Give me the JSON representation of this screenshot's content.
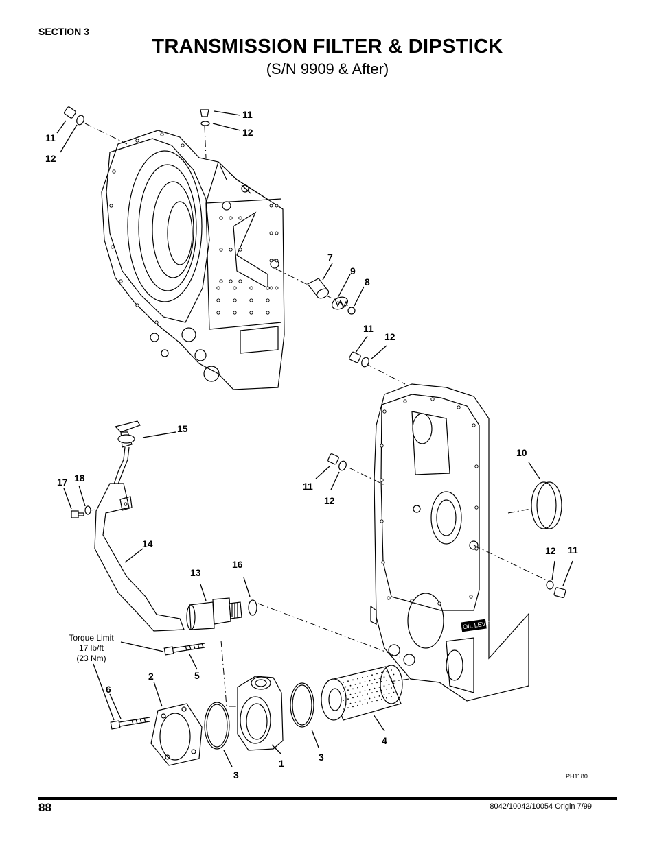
{
  "header": {
    "section": "SECTION 3",
    "title": "TRANSMISSION FILTER & DIPSTICK",
    "subtitle": "(S/N 9909 & After)"
  },
  "callouts": [
    {
      "id": "c-11a",
      "text": "11"
    },
    {
      "id": "c-12a",
      "text": "12"
    },
    {
      "id": "c-11b",
      "text": "11"
    },
    {
      "id": "c-12b",
      "text": "12"
    },
    {
      "id": "c-7",
      "text": "7"
    },
    {
      "id": "c-9",
      "text": "9"
    },
    {
      "id": "c-8",
      "text": "8"
    },
    {
      "id": "c-11c",
      "text": "11"
    },
    {
      "id": "c-12c",
      "text": "12"
    },
    {
      "id": "c-15",
      "text": "15"
    },
    {
      "id": "c-10",
      "text": "10"
    },
    {
      "id": "c-17",
      "text": "17"
    },
    {
      "id": "c-18",
      "text": "18"
    },
    {
      "id": "c-11d",
      "text": "11"
    },
    {
      "id": "c-12d",
      "text": "12"
    },
    {
      "id": "c-14",
      "text": "14"
    },
    {
      "id": "c-12e",
      "text": "12"
    },
    {
      "id": "c-11e",
      "text": "11"
    },
    {
      "id": "c-13",
      "text": "13"
    },
    {
      "id": "c-16",
      "text": "16"
    },
    {
      "id": "c-2",
      "text": "2"
    },
    {
      "id": "c-5",
      "text": "5"
    },
    {
      "id": "c-6",
      "text": "6"
    },
    {
      "id": "c-4",
      "text": "4"
    },
    {
      "id": "c-1",
      "text": "1"
    },
    {
      "id": "c-3a",
      "text": "3"
    },
    {
      "id": "c-3b",
      "text": "3"
    }
  ],
  "torque_note": [
    "Torque Limit",
    "17 lb/ft",
    "(23 Nm)"
  ],
  "figure_id": "PH1180",
  "footer": {
    "page_number": "88",
    "doc_ref": "8042/10042/10054 Origin 7/99"
  }
}
